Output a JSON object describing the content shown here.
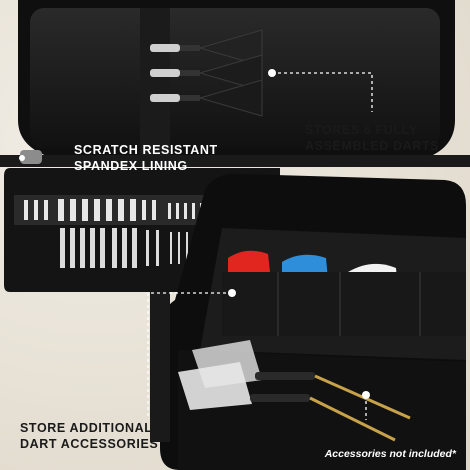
{
  "callouts": {
    "lining": [
      "SCRATCH RESISTANT",
      "SPANDEX LINING"
    ],
    "darts": [
      "STORES 6 FULLY",
      "ASSEMBLED DARTS"
    ],
    "accessories": [
      "STORE ADDITIONAL",
      "DART ACCESSORIES"
    ]
  },
  "disclaimer": "Accessories not included*",
  "colors": {
    "case": "#141414",
    "lining": "#1f1f1f",
    "flight_red": "#e0261f",
    "flight_blue": "#2f8ed9",
    "flight_white": "#f2f2f2",
    "brass": "#c8a24a"
  }
}
